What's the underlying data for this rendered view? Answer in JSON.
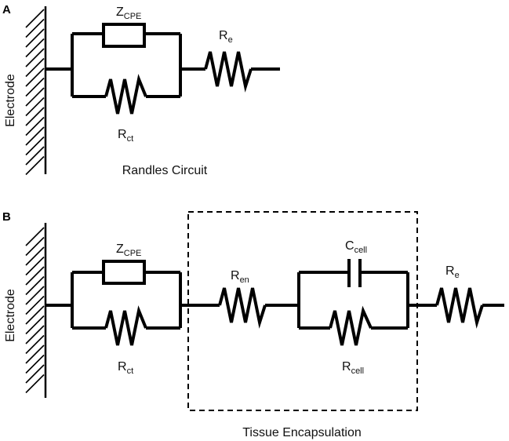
{
  "panels": {
    "a": {
      "letter": "A",
      "caption": "Randles Circuit",
      "electrode_label": "Electrode",
      "zcpe": {
        "main": "Z",
        "sub": "CPE"
      },
      "re": {
        "main": "R",
        "sub": "e"
      },
      "rct": {
        "main": "R",
        "sub": "ct"
      }
    },
    "b": {
      "letter": "B",
      "caption": "Tissue Encapsulation",
      "electrode_label": "Electrode",
      "zcpe": {
        "main": "Z",
        "sub": "CPE"
      },
      "rct": {
        "main": "R",
        "sub": "ct"
      },
      "ren": {
        "main": "R",
        "sub": "en"
      },
      "ccell": {
        "main": "C",
        "sub": "cell"
      },
      "rcell": {
        "main": "R",
        "sub": "cell"
      },
      "re": {
        "main": "R",
        "sub": "e"
      }
    }
  }
}
